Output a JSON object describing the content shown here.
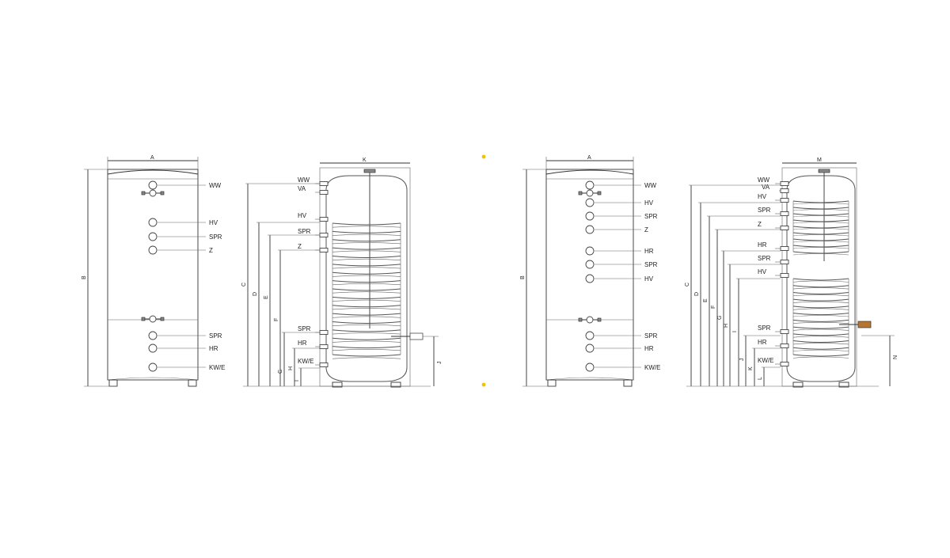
{
  "diagram_left": {
    "front": {
      "width_label": "A",
      "height_label": "B",
      "port_labels": [
        "WW",
        "HV",
        "SPR",
        "Z",
        "SPR",
        "HR",
        "KW/E"
      ]
    },
    "side": {
      "width_label": "K",
      "port_labels": [
        "WW",
        "VA",
        "HV",
        "SPR",
        "Z",
        "SPR",
        "HR",
        "KW/E"
      ],
      "dim_labels": [
        "C",
        "D",
        "E",
        "F",
        "G",
        "H",
        "I"
      ],
      "right_dim_label": "J"
    }
  },
  "diagram_right": {
    "front": {
      "width_label": "A",
      "height_label": "B",
      "port_labels": [
        "WW",
        "HV",
        "SPR",
        "Z",
        "HR",
        "SPR",
        "HV",
        "SPR",
        "HR",
        "KW/E"
      ]
    },
    "side": {
      "width_label": "M",
      "port_labels": [
        "WW",
        "VA",
        "HV",
        "SPR",
        "Z",
        "HR",
        "SPR",
        "HV",
        "SPR",
        "HR",
        "KW/E"
      ],
      "dim_labels": [
        "C",
        "D",
        "E",
        "F",
        "G",
        "H",
        "I",
        "J",
        "K",
        "L"
      ],
      "right_dim_label": "N"
    }
  },
  "colors": {
    "line": "#333333",
    "accent_dot": "#f2c200",
    "sensor": "#b8752f"
  }
}
